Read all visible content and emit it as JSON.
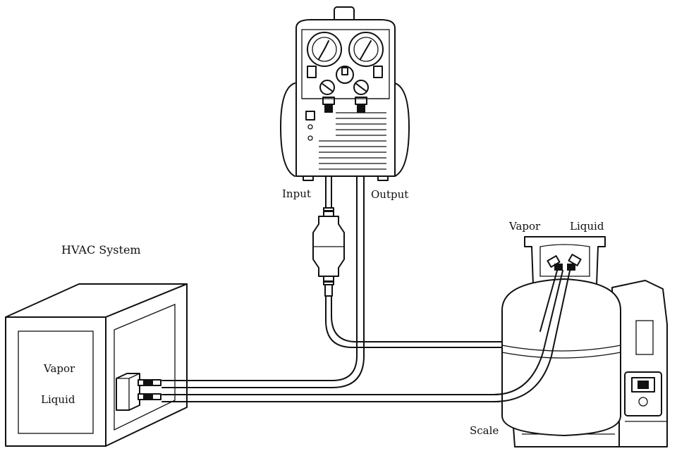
{
  "labels": {
    "hvac_system": "HVAC System",
    "hvac_vapor": "Vapor",
    "hvac_liquid": "Liquid",
    "input": "Input",
    "output": "Output",
    "tank_vapor": "Vapor",
    "tank_liquid": "Liquid",
    "scale": "Scale"
  },
  "components": {
    "recovery_machine": "recovery-machine-icon",
    "filter_drier": "filter-drier-icon",
    "hvac_unit": "hvac-unit-icon",
    "refrigerant_tank": "refrigerant-tank-icon",
    "scale": "scale-icon"
  }
}
